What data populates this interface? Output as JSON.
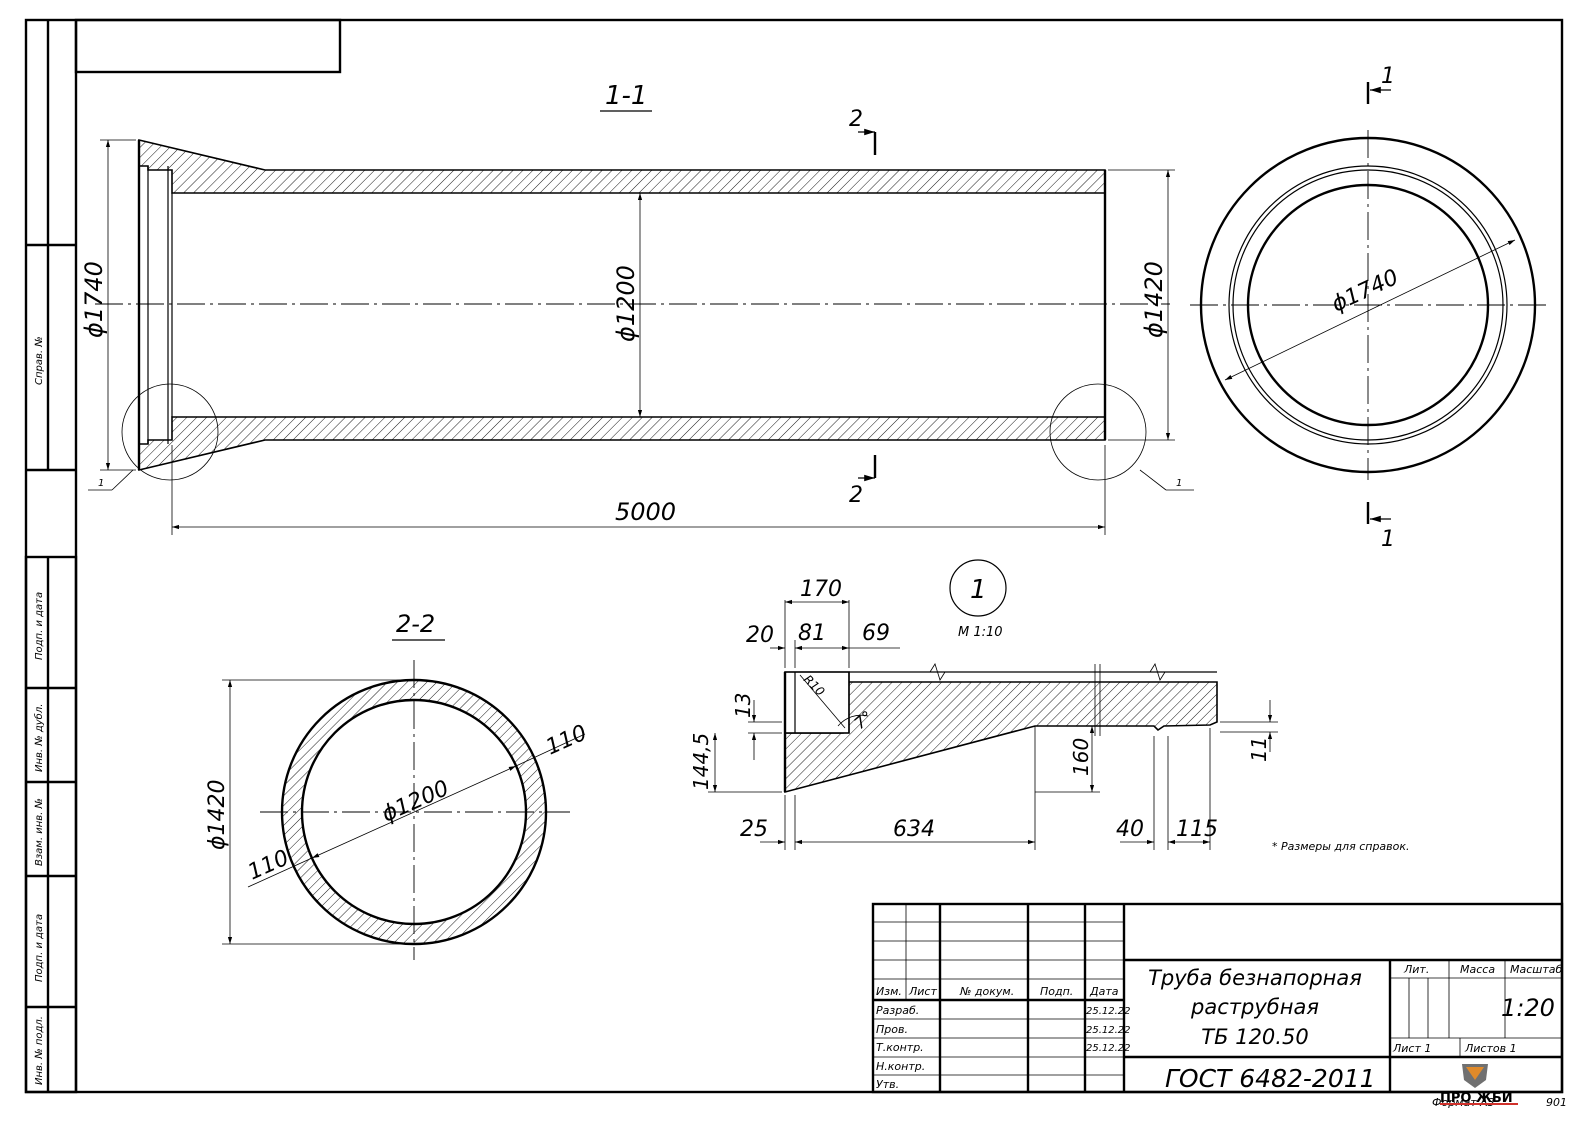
{
  "views": {
    "section_1_1": "1-1",
    "section_2_2": "2-2",
    "cut_2_top": "2",
    "cut_2_bottom": "2",
    "cut_1_top": "1",
    "cut_1_bottom": "1",
    "detail_callout_left": "1",
    "detail_callout_right": "1",
    "detail_number": "1",
    "detail_scale": "М 1:10"
  },
  "dimensions": {
    "d1740_left": "ϕ1740",
    "d1200_main": "ϕ1200",
    "d1420_right": "ϕ1420",
    "length": "5000",
    "d1740_round": "ϕ1740",
    "d1420_round": "ϕ1420",
    "d1200_round": "ϕ1200",
    "wall_top": "110",
    "wall_bottom": "110"
  },
  "detail_dims": {
    "d170": "170",
    "d20": "20",
    "d81": "81",
    "d69": "69",
    "r10": "R10",
    "angle": "7°",
    "d13": "13",
    "d144_5": "144,5",
    "d160": "160",
    "d11": "11",
    "d25": "25",
    "d634": "634",
    "d40": "40",
    "d115": "115"
  },
  "note": "* Размеры для справок.",
  "side_stamps": [
    "Справ. №",
    "Подп. и дата",
    "Инв. № дубл.",
    "Взам. инв. №",
    "Подп. и дата",
    "Инв. № подл."
  ],
  "title_block": {
    "headers": [
      "Изм.",
      "Лист",
      "№ докум.",
      "Подп.",
      "Дата"
    ],
    "rows": [
      {
        "role": "Разраб.",
        "date": "25.12.22"
      },
      {
        "role": "Пров.",
        "date": "25.12.22"
      },
      {
        "role": "Т.контр.",
        "date": "25.12.22"
      },
      {
        "role": "Н.контр.",
        "date": ""
      },
      {
        "role": "Утв.",
        "date": ""
      }
    ],
    "title_line1": "Труба безнапорная",
    "title_line2": "раструбная",
    "title_line3": "ТБ 120.50",
    "standard": "ГОСТ 6482-2011",
    "lit_label": "Лит.",
    "mass_label": "Масса",
    "scale_label": "Масштаб",
    "scale_value": "1:20",
    "sheet_label": "Лист 1",
    "sheets_label": "Листов 1",
    "logo": "ПРО ЖБИ",
    "format": "Формат А3",
    "code": "901"
  },
  "colors": {
    "ink": "#000000",
    "paper": "#ffffff",
    "logo_orange": "#e08a2a",
    "logo_gray": "#707070",
    "logo_red": "#d0302a"
  }
}
